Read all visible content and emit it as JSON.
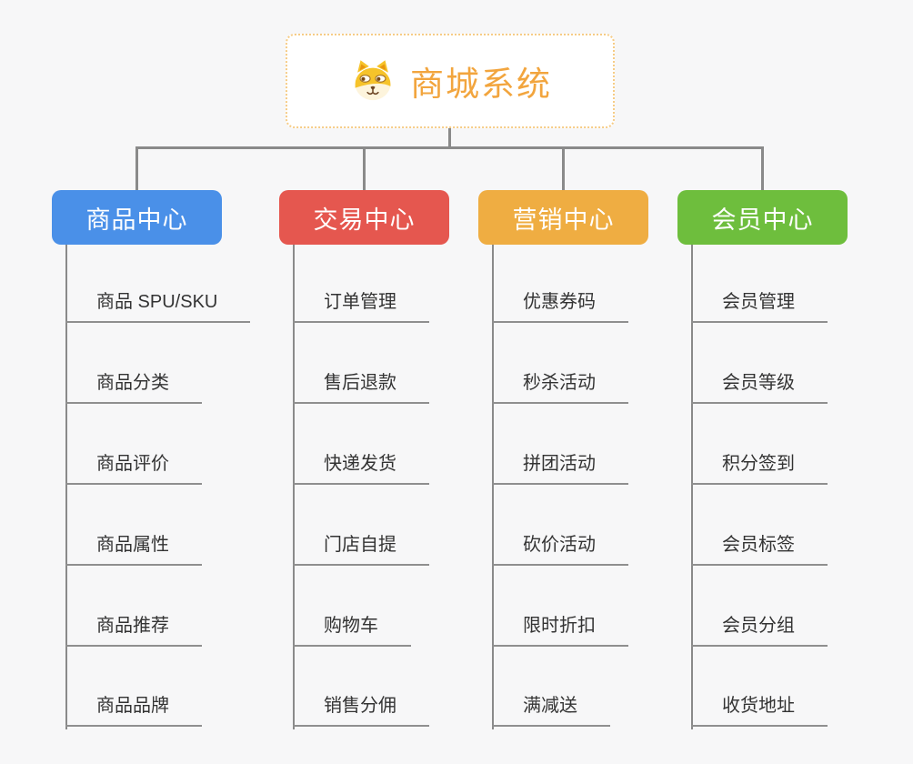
{
  "root": {
    "title": "商城系统",
    "icon": "shiba-dog-icon",
    "title_color": "#f2a53e",
    "border_color": "#f6cc86"
  },
  "connector_color": "#8a8a8a",
  "branches": [
    {
      "label": "商品中心",
      "color": "#4a90e8",
      "items": [
        "商品 SPU/SKU",
        "商品分类",
        "商品评价",
        "商品属性",
        "商品推荐",
        "商品品牌"
      ]
    },
    {
      "label": "交易中心",
      "color": "#e5574f",
      "items": [
        "订单管理",
        "售后退款",
        "快递发货",
        "门店自提",
        "购物车",
        "销售分佣"
      ]
    },
    {
      "label": "营销中心",
      "color": "#efad42",
      "items": [
        "优惠券码",
        "秒杀活动",
        "拼团活动",
        "砍价活动",
        "限时折扣",
        "满减送"
      ]
    },
    {
      "label": "会员中心",
      "color": "#6ebe3d",
      "items": [
        "会员管理",
        "会员等级",
        "积分签到",
        "会员标签",
        "会员分组",
        "收货地址"
      ]
    }
  ]
}
